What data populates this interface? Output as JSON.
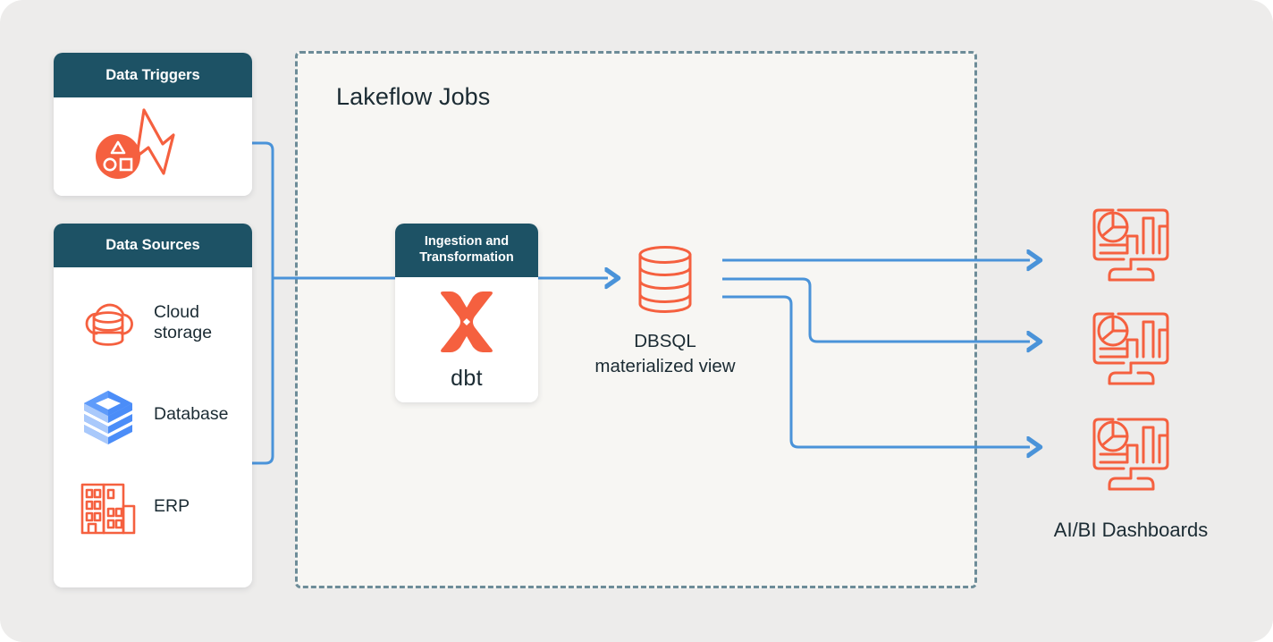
{
  "canvas": {
    "background": "#edeceb",
    "panel_background": "#f7f6f3",
    "accent_orange": "#f5603f",
    "accent_blue": "#4a93d9",
    "header_teal": "#1d5265",
    "dashed_border": "#6d8c98",
    "text_dark": "#1b2b33",
    "databricks_blue": "#4b8df8",
    "databricks_blue_light": "#a9c9fb"
  },
  "region": {
    "title": "Lakeflow Jobs",
    "border_style": "dashed"
  },
  "cards": {
    "triggers": {
      "header": "Data Triggers",
      "icon": "data-trigger-bolt-icon"
    },
    "sources": {
      "header": "Data Sources",
      "items": [
        {
          "label": "Cloud\nstorage",
          "label_line1": "Cloud",
          "label_line2": "storage",
          "icon": "cloud-storage-icon"
        },
        {
          "label": "Database",
          "icon": "databricks-stack-icon"
        },
        {
          "label": "ERP",
          "icon": "erp-building-icon"
        }
      ]
    },
    "ingestion": {
      "header_line1": "Ingestion and",
      "header_line2": "Transformation",
      "header": "Ingestion and Transformation",
      "logo_name": "dbt-logo-icon",
      "logo_label": "dbt"
    }
  },
  "nodes": {
    "dbsql": {
      "label": "DBSQL\nmaterialized view",
      "label_line1": "DBSQL",
      "label_line2": "materialized view",
      "icon": "database-cylinder-icon"
    },
    "dashboards": {
      "label": "AI/BI Dashboards",
      "count": 3,
      "icon": "dashboard-monitor-icon"
    }
  },
  "connectors": {
    "color": "#4a93d9",
    "edges": [
      {
        "from": "triggers",
        "to": "ingestion"
      },
      {
        "from": "sources",
        "to": "ingestion"
      },
      {
        "from": "ingestion",
        "to": "dbsql"
      },
      {
        "from": "dbsql",
        "to": "dashboard-1"
      },
      {
        "from": "dbsql",
        "to": "dashboard-2"
      },
      {
        "from": "dbsql",
        "to": "dashboard-3"
      }
    ]
  }
}
